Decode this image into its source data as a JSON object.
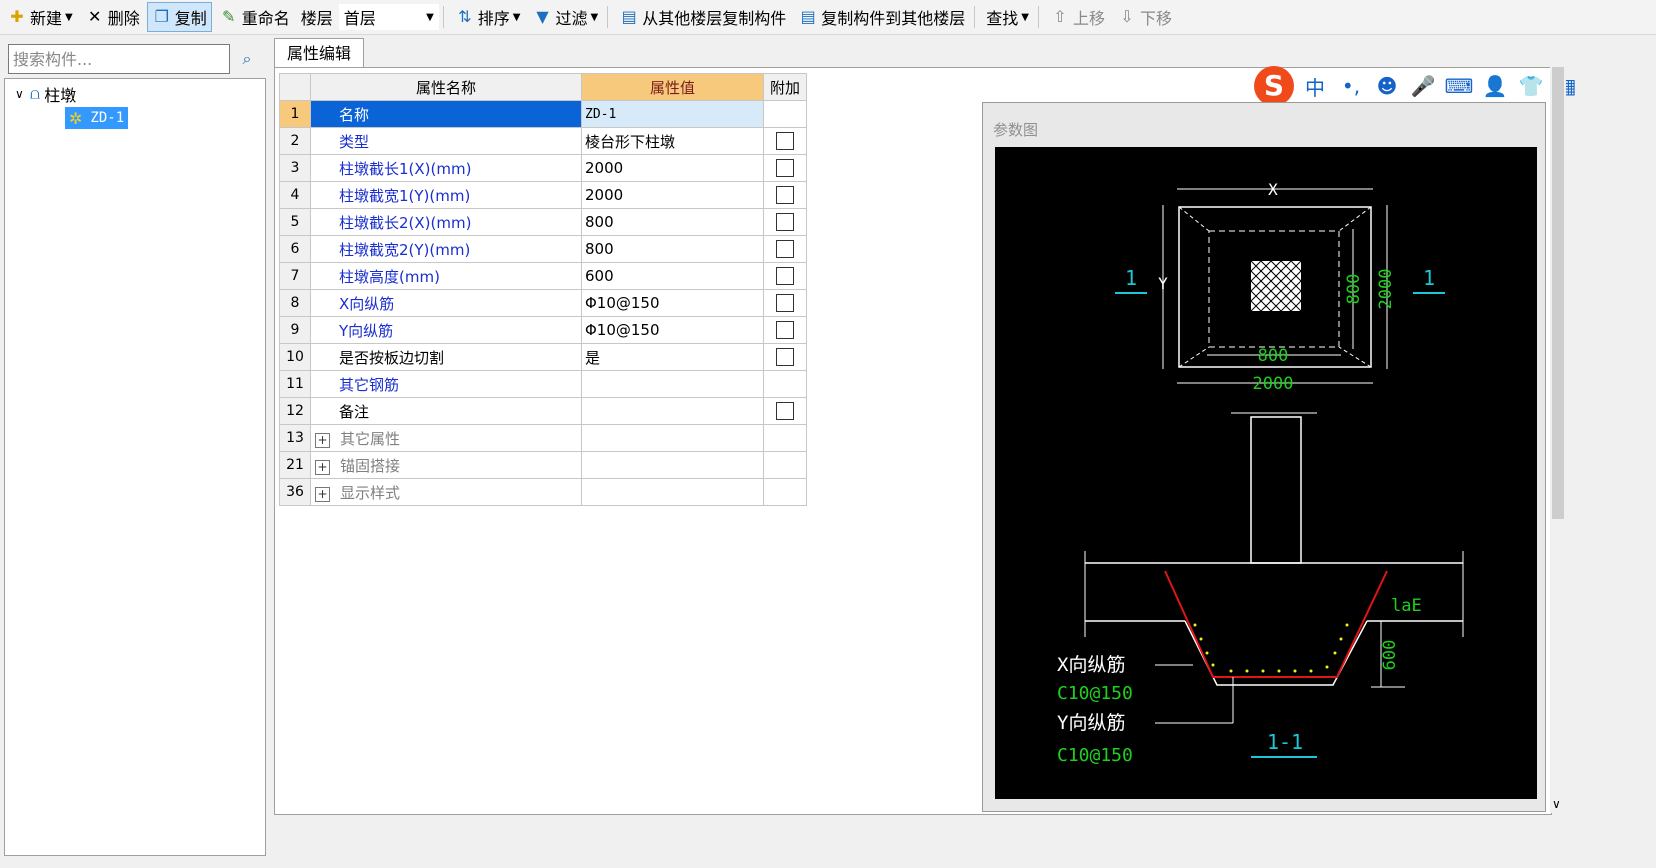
{
  "toolbar": {
    "new": "新建",
    "delete": "删除",
    "copy": "复制",
    "rename": "重命名",
    "floor_label": "楼层",
    "floor_value": "首层",
    "sort": "排序",
    "filter": "过滤",
    "copy_from_floor": "从其他楼层复制构件",
    "copy_to_floor": "复制构件到其他楼层",
    "find": "查找",
    "move_up": "上移",
    "move_down": "下移"
  },
  "search": {
    "placeholder": "搜索构件..."
  },
  "tree": {
    "root": "柱墩",
    "child": "ZD-1"
  },
  "tab": {
    "label": "属性编辑"
  },
  "grid": {
    "headers": {
      "name": "属性名称",
      "value": "属性值",
      "extra": "附加"
    },
    "rows": [
      {
        "num": "1",
        "name": "名称",
        "value": "ZD-1"
      },
      {
        "num": "2",
        "name": "类型",
        "value": "棱台形下柱墩"
      },
      {
        "num": "3",
        "name": "柱墩截长1(X)(mm)",
        "value": "2000"
      },
      {
        "num": "4",
        "name": "柱墩截宽1(Y)(mm)",
        "value": "2000"
      },
      {
        "num": "5",
        "name": "柱墩截长2(X)(mm)",
        "value": "800"
      },
      {
        "num": "6",
        "name": "柱墩截宽2(Y)(mm)",
        "value": "800"
      },
      {
        "num": "7",
        "name": "柱墩高度(mm)",
        "value": "600"
      },
      {
        "num": "8",
        "name": "X向纵筋",
        "value": "Φ10@150"
      },
      {
        "num": "9",
        "name": "Y向纵筋",
        "value": "Φ10@150"
      },
      {
        "num": "10",
        "name": "是否按板边切割",
        "value": "是"
      },
      {
        "num": "11",
        "name": "其它钢筋",
        "value": ""
      },
      {
        "num": "12",
        "name": "备注",
        "value": ""
      },
      {
        "num": "13",
        "name": "其它属性",
        "value": ""
      },
      {
        "num": "21",
        "name": "锚固搭接",
        "value": ""
      },
      {
        "num": "36",
        "name": "显示样式",
        "value": ""
      }
    ]
  },
  "diagram": {
    "title": "参数图",
    "labels": {
      "x": "X",
      "y": "Y",
      "sec_left": "1",
      "sec_right": "1",
      "w2": "800",
      "h2": "800",
      "w1": "2000",
      "h1": "2000",
      "lae": "laE",
      "height": "600",
      "xbar": "X向纵筋",
      "xbar_val": "C10@150",
      "ybar": "Y向纵筋",
      "ybar_val": "C10@150",
      "section": "1-1"
    }
  },
  "ime": {
    "logo": "S",
    "lang": "中",
    "punct": "•,",
    "emoji": "☻",
    "mic": "🎤",
    "kbd": "⌨",
    "user": "👤",
    "skin": "👕",
    "grid": "▦"
  }
}
